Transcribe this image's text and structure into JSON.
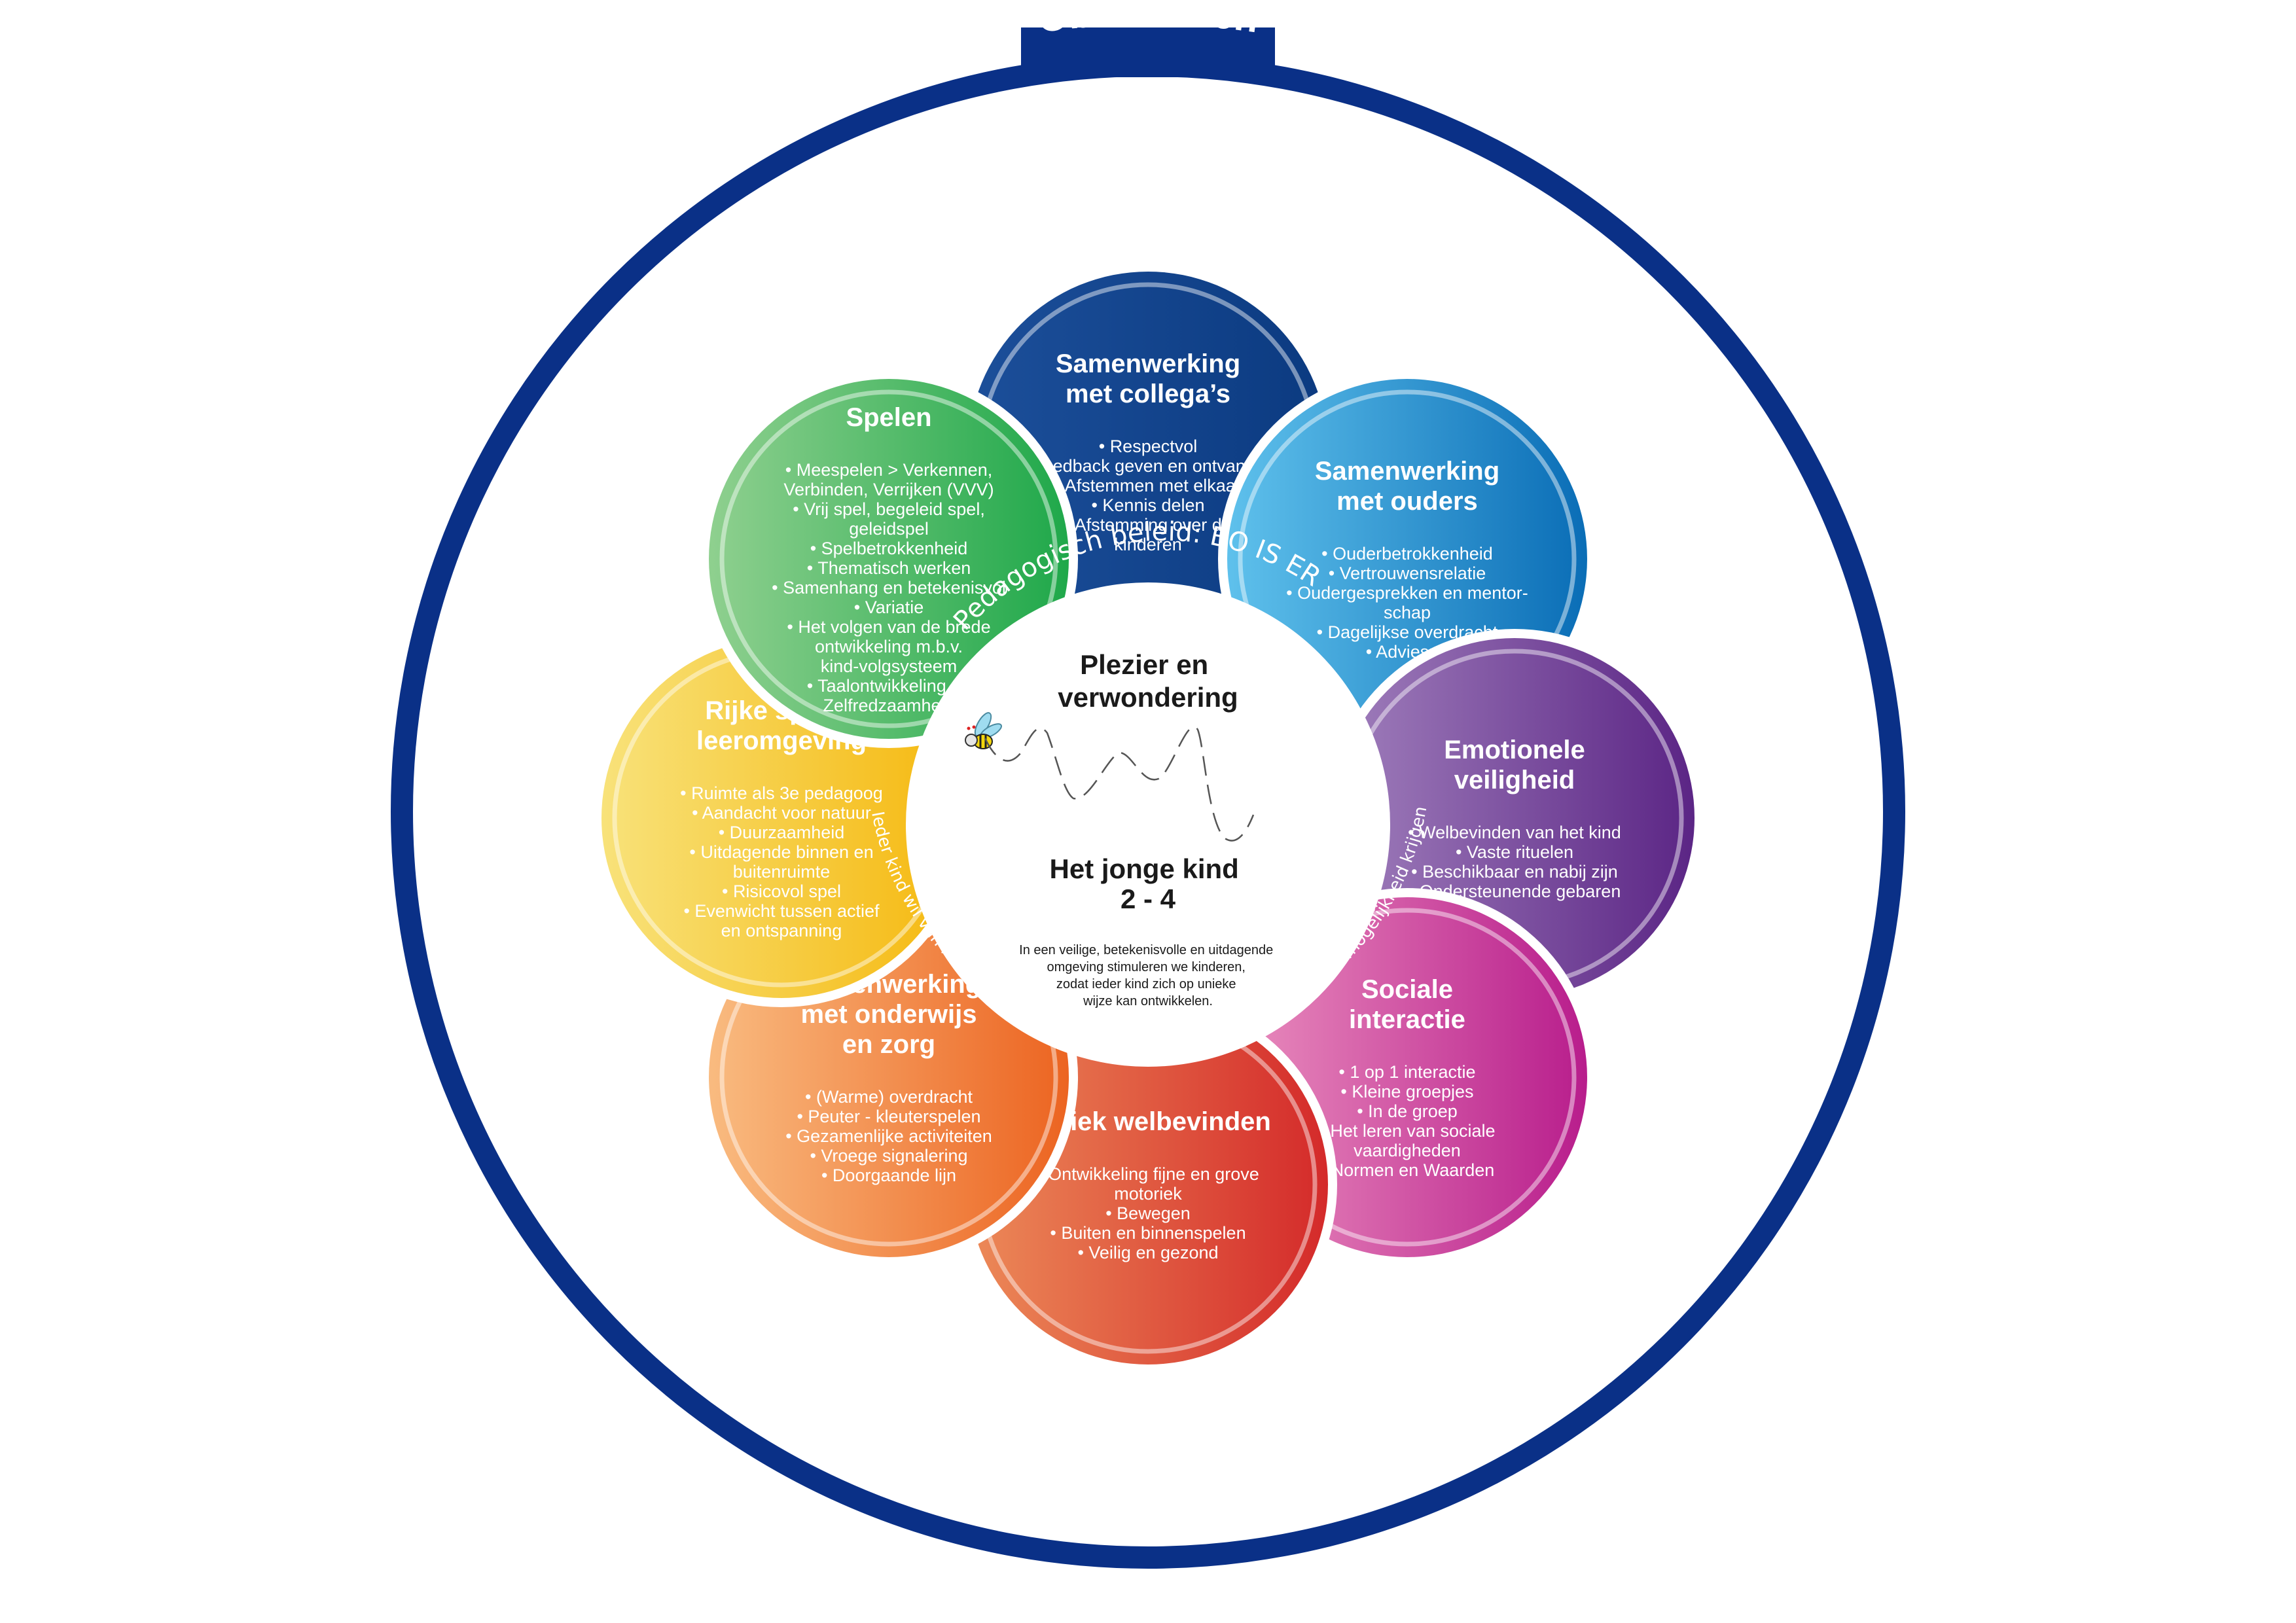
{
  "outer_ring": {
    "title": "Observeren",
    "color": "#0a3087"
  },
  "inner_ring": {
    "top_text": "Pedagogisch beleid: BO IS ER",
    "bottom_text": "Ieder kind wil van nature ontdekken, ontwikkelen, gezien worden en de mogelijkheid krijgen zichzelf te zijn."
  },
  "center": {
    "title_lines": [
      "Plezier en",
      "verwondering"
    ],
    "subtitle_lines": [
      "Het jonge kind",
      "2 - 4"
    ],
    "description_lines": [
      "In een veilige, betekenisvolle en uitdagende",
      "omgeving stimuleren we kinderen,",
      "zodat ieder kind zich op unieke",
      "wijze kan ontwikkelen."
    ],
    "icon": "bee-icon"
  },
  "petals": [
    {
      "id": "samenwerking-collegas",
      "title_lines": [
        "Samenwerking",
        "met collega’s"
      ],
      "color_light": "#1c4f9a",
      "color_dark": "#0b3a80",
      "item_lines": [
        "• Respectvol",
        "• Feedback geven en ontvangen",
        "• Afstemmen met elkaar",
        "• Kennis delen",
        "• Afstemming over de",
        "kinderen"
      ]
    },
    {
      "id": "samenwerking-ouders",
      "title_lines": [
        "Samenwerking",
        "met ouders"
      ],
      "color_light": "#5fc1ec",
      "color_dark": "#0a6db6",
      "item_lines": [
        "• Ouderbetrokkenheid",
        "• Vertrouwensrelatie",
        "• Oudergesprekken en mentor-",
        "schap",
        "• Dagelijkse overdracht",
        "• Adviesrol"
      ]
    },
    {
      "id": "emotionele-veiligheid",
      "title_lines": [
        "Emotionele",
        "veiligheid"
      ],
      "color_light": "#a07fbc",
      "color_dark": "#5b2585",
      "item_lines": [
        "• Welbevinden van het kind",
        "• Vaste rituelen",
        "• Beschikbaar en nabij zijn",
        "• Ondersteunende gebaren"
      ]
    },
    {
      "id": "sociale-interactie",
      "title_lines": [
        "Sociale",
        "interactie"
      ],
      "color_light": "#ea8fbe",
      "color_dark": "#b81d8c",
      "item_lines": [
        "• 1 op 1 interactie",
        "• Kleine groepjes",
        "• In de groep",
        "• Het leren van sociale",
        "vaardigheden",
        "• Normen en Waarden"
      ]
    },
    {
      "id": "fysiek-welbevinden",
      "title_lines": [
        "Fysiek welbevinden"
      ],
      "color_light": "#ec8a58",
      "color_dark": "#d42a2a",
      "item_lines": [
        "• Ontwikkeling fijne en grove",
        "motoriek",
        "• Bewegen",
        "• Buiten en binnenspelen",
        "• Veilig en gezond"
      ]
    },
    {
      "id": "samenwerking-onderwijs-zorg",
      "title_lines": [
        "Samenwerking",
        "met onderwijs",
        "en zorg"
      ],
      "color_light": "#f9bb80",
      "color_dark": "#ec6421",
      "item_lines": [
        "• (Warme) overdracht",
        "• Peuter - kleuterspelen",
        "• Gezamenlijke activiteiten",
        "• Vroege signalering",
        "• Doorgaande lijn"
      ]
    },
    {
      "id": "rijke-speel-leeromgeving",
      "title_lines": [
        "Rijke speel -",
        "leeromgeving"
      ],
      "color_light": "#f8e27a",
      "color_dark": "#f5b80e",
      "item_lines": [
        "• Ruimte als 3e pedagoog",
        "• Aandacht voor natuur",
        "• Duurzaamheid",
        "• Uitdagende binnen en",
        "buitenruimte",
        "• Risicovol spel",
        "• Evenwicht tussen actief",
        "en ontspanning"
      ]
    },
    {
      "id": "spelen",
      "title_lines": [
        "Spelen"
      ],
      "color_light": "#8fd08f",
      "color_dark": "#1fa84a",
      "item_lines": [
        "• Meespelen > Verkennen,",
        "Verbinden, Verrijken (VVV)",
        "• Vrij spel, begeleid spel,",
        "geleidspel",
        "• Spelbetrokkenheid",
        "• Thematisch werken",
        "• Samenhang en betekenisvol",
        "• Variatie",
        "• Het volgen van de brede",
        "ontwikkeling m.b.v.",
        "kind-volgsysteem",
        "• Taalontwikkeling en",
        "Zelfredzaamheid"
      ]
    }
  ]
}
